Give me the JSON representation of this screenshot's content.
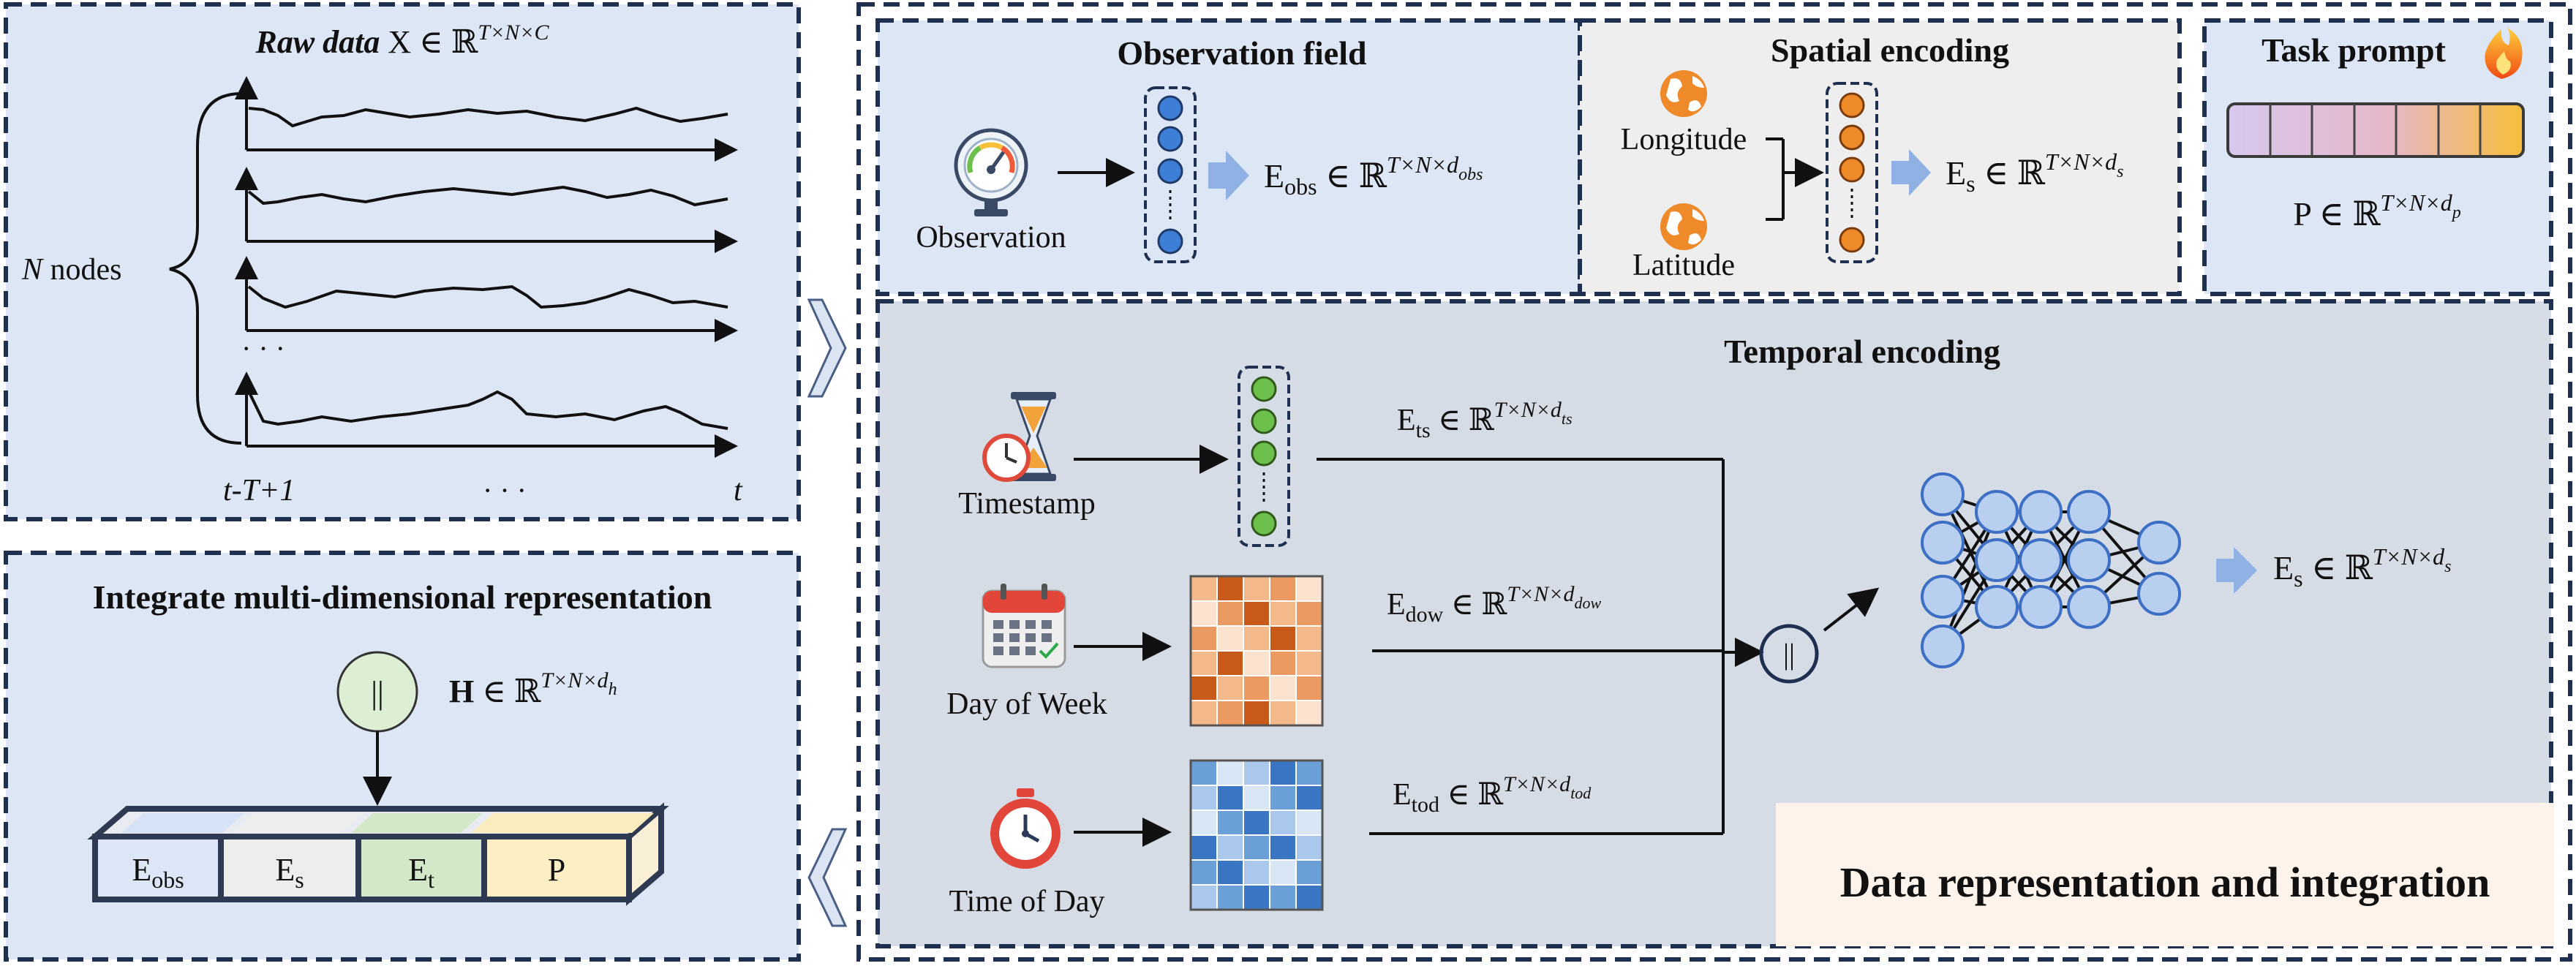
{
  "raw_data": {
    "title_italic": "Raw data",
    "title_math": "X ∈ ℝ",
    "title_sup": "T×N×C",
    "nodes_label_italic": "N",
    "nodes_label_rest": " nodes",
    "ellipsis_rows": "· · ·",
    "x_start_label": "t-T+1",
    "x_mid_label": "· · ·",
    "x_end_label": "t"
  },
  "integrate": {
    "title": "Integrate multi-dimensional representation",
    "concat_symbol": "||",
    "h_main": "H",
    "h_rest": " ∈ ℝ",
    "h_sup": "T×N×d",
    "h_sub": "h",
    "segments": [
      {
        "main": "E",
        "sub": "obs"
      },
      {
        "main": "E",
        "sub": "s"
      },
      {
        "main": "E",
        "sub": "t"
      },
      {
        "main": "P",
        "sub": ""
      }
    ]
  },
  "observation": {
    "title": "Observation field",
    "icon_label": "Observation",
    "formula_main": "E",
    "formula_sub": "obs",
    "formula_rest": " ∈ ℝ",
    "formula_sup": "T×N×d",
    "formula_supsub": "obs"
  },
  "spatial": {
    "title": "Spatial encoding",
    "longitude_label": "Longitude",
    "latitude_label": "Latitude",
    "formula_main": "E",
    "formula_sub": "s",
    "formula_rest": " ∈ ℝ",
    "formula_sup": "T×N×d",
    "formula_supsub": "s"
  },
  "task": {
    "title": "Task prompt",
    "formula_main": "P",
    "formula_rest": " ∈ ℝ",
    "formula_sup": "T×N×d",
    "formula_supsub": "p"
  },
  "temporal": {
    "title": "Temporal encoding",
    "timestamp_label": "Timestamp",
    "dow_label": "Day of Week",
    "tod_label": "Time of Day",
    "ts_main": "E",
    "ts_sub": "ts",
    "ts_rest": " ∈ ℝ",
    "ts_sup": "T×N×d",
    "ts_supsub": "ts",
    "dow_main": "E",
    "dow_sub": "dow",
    "dow_rest": " ∈ ℝ",
    "dow_sup": "T×N×d",
    "dow_supsub": "dow",
    "tod_main": "E",
    "tod_sub": "tod",
    "tod_rest": " ∈ ℝ",
    "tod_sup": "T×N×d",
    "tod_supsub": "tod",
    "concat_symbol": "||",
    "out_main": "E",
    "out_sub": "s",
    "out_rest": " ∈ ℝ",
    "out_sup": "T×N×d",
    "out_supsub": "s"
  },
  "caption": "Data representation and integration",
  "colors": {
    "panel_blue": "#dce6f4",
    "panel_gray": "#eeeeee",
    "panel_slate": "#d6dce6",
    "caption_bg": "#fdf3ea",
    "dash": "#1f2f4f",
    "node_blue": "#3d7fd6",
    "node_orange": "#ef8a2a",
    "node_green": "#6cbf4a",
    "arrow_light_blue": "#8fb1e3"
  },
  "icons": {
    "observation": "gauge-icon",
    "longitude": "globe-icon",
    "latitude": "globe-icon",
    "task": "fire-icon",
    "timestamp": "hourglass-clock-icon",
    "dow": "calendar-icon",
    "tod": "stopwatch-icon"
  }
}
